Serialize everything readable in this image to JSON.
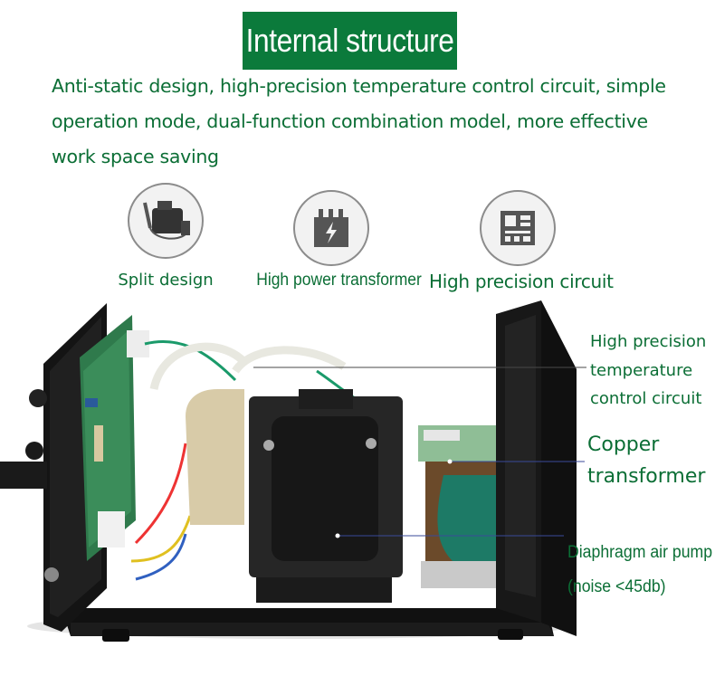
{
  "title": "Internal structure",
  "intro": "Anti-static design, high-precision temperature control circuit, simple operation mode, dual-function combination model, more effective work space saving",
  "features": [
    {
      "label": "Split design",
      "icon": "soldering-station-icon"
    },
    {
      "label": "High power transformer",
      "icon": "transformer-icon"
    },
    {
      "label": "High precision circuit",
      "icon": "circuit-board-icon"
    }
  ],
  "callouts": {
    "circuit": [
      "High precision",
      "temperature",
      "control circuit"
    ],
    "transformer": [
      "Copper",
      "transformer"
    ],
    "pump": [
      "Diaphragm air pump",
      "(noise <45db)"
    ]
  },
  "colors": {
    "accent": "#0b7a3b",
    "text": "#0b6e35"
  }
}
